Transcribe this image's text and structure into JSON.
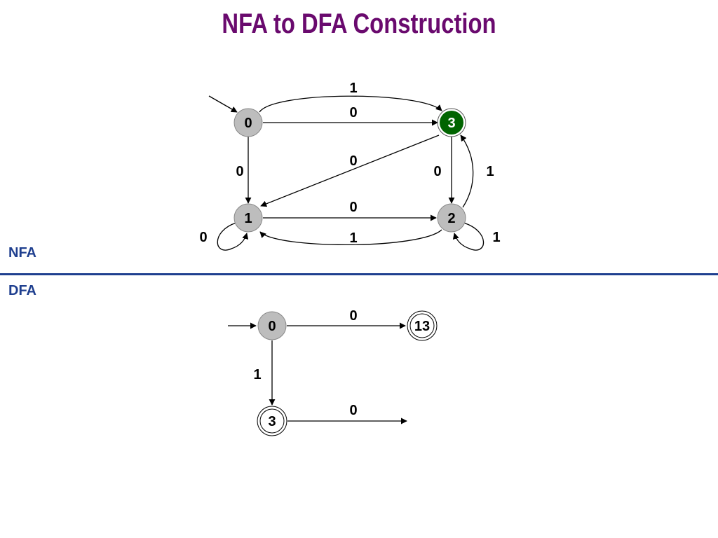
{
  "title": "NFA to DFA Construction",
  "colors": {
    "title": "#6a0a6e",
    "section_label": "#1f3f8f",
    "divider": "#1f3f8f",
    "state_fill": "#bdbdbd",
    "state_highlight": "#006400",
    "edge": "#000000"
  },
  "nfa": {
    "label": "NFA",
    "states": [
      {
        "id": "0",
        "label": "0",
        "style": "normal"
      },
      {
        "id": "1",
        "label": "1",
        "style": "normal"
      },
      {
        "id": "2",
        "label": "2",
        "style": "normal"
      },
      {
        "id": "3",
        "label": "3",
        "style": "highlight"
      }
    ],
    "edges": [
      {
        "from": "0",
        "to": "3",
        "label": "1"
      },
      {
        "from": "0",
        "to": "3",
        "label": "0"
      },
      {
        "from": "0",
        "to": "1",
        "label": "0"
      },
      {
        "from": "3",
        "to": "1",
        "label": "0"
      },
      {
        "from": "3",
        "to": "2",
        "label": "0"
      },
      {
        "from": "2",
        "to": "3",
        "label": "1"
      },
      {
        "from": "1",
        "to": "2",
        "label": "0"
      },
      {
        "from": "2",
        "to": "1",
        "label": "1"
      },
      {
        "from": "1",
        "to": "1",
        "label": "0"
      },
      {
        "from": "2",
        "to": "2",
        "label": "1"
      }
    ]
  },
  "dfa": {
    "label": "DFA",
    "states": [
      {
        "id": "0",
        "label": "0",
        "style": "normal"
      },
      {
        "id": "13",
        "label": "13",
        "style": "accepting"
      },
      {
        "id": "3",
        "label": "3",
        "style": "accepting"
      }
    ],
    "edges": [
      {
        "from": "0",
        "to": "13",
        "label": "0"
      },
      {
        "from": "0",
        "to": "3",
        "label": "1"
      },
      {
        "from": "3",
        "to": "",
        "label": "0"
      }
    ]
  }
}
